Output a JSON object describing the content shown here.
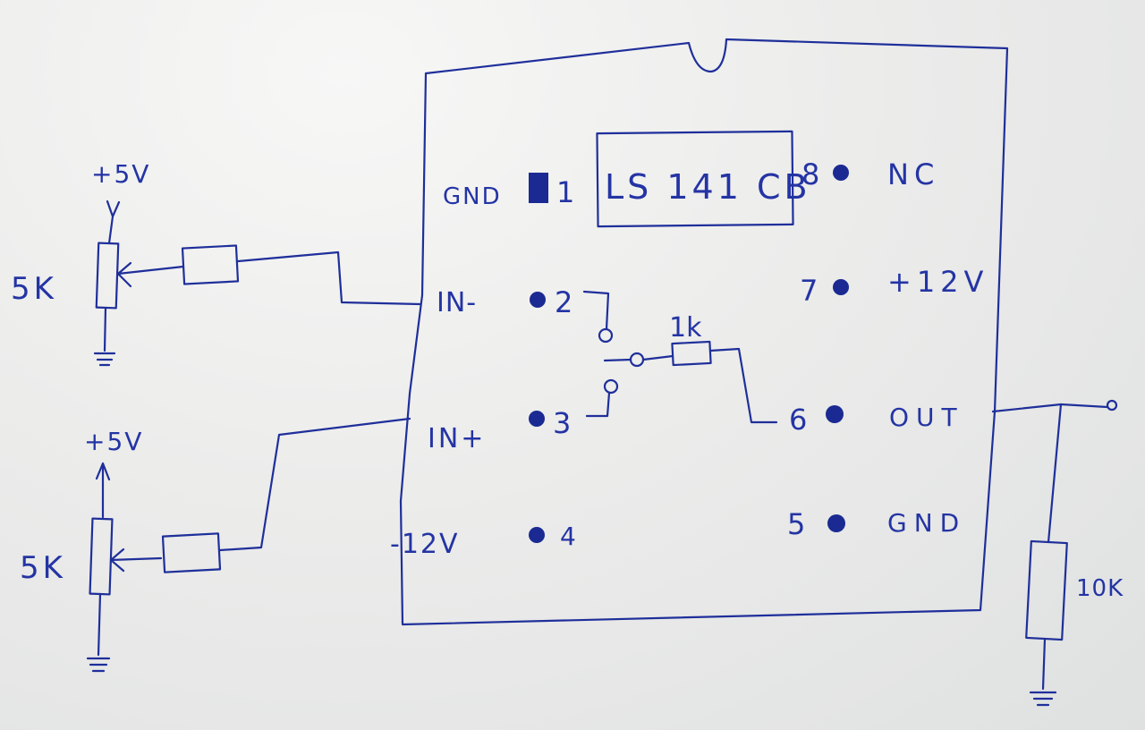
{
  "chip": {
    "part_number": "LS 141 CB",
    "left_pins": [
      {
        "name": "GND",
        "number": "1"
      },
      {
        "name": "IN-",
        "number": "2"
      },
      {
        "name": "IN+",
        "number": "3"
      },
      {
        "name": "-12V",
        "number": "4"
      }
    ],
    "right_pins": [
      {
        "name": "NC",
        "number": "8"
      },
      {
        "name": "+12V",
        "number": "7"
      },
      {
        "name": "OUT",
        "number": "6"
      },
      {
        "name": "GND",
        "number": "5"
      }
    ]
  },
  "feedback": {
    "resistor_label": "1k"
  },
  "pot_top": {
    "supply_label": "+5V",
    "value_label": "5K"
  },
  "pot_bottom": {
    "supply_label": "+5V",
    "value_label": "5K"
  },
  "load": {
    "resistor_label": "10K"
  },
  "colors": {
    "ink": "#1f2f9a",
    "paper": "#ececeb"
  }
}
